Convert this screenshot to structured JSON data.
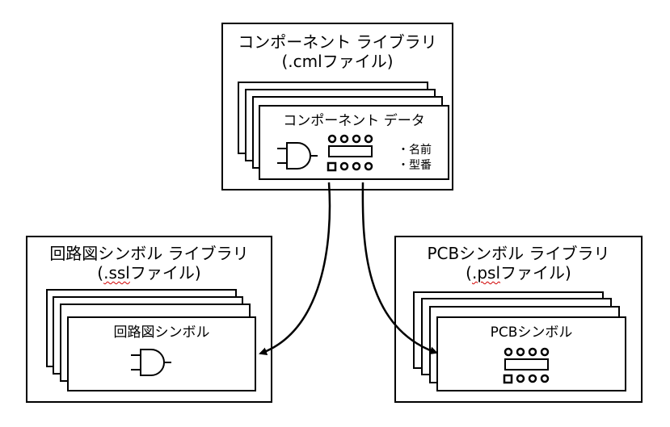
{
  "component_library": {
    "title_line1": "コンポーネント ライブラリ",
    "title_line2_pre": "(",
    "title_line2_ext": ".cml",
    "title_line2_post": "ファイル)",
    "card_title": "コンポーネント データ",
    "bullet_name": "・名前",
    "bullet_model": "・型番"
  },
  "schematic_library": {
    "title_line1": "回路図シンボル ライブラリ",
    "title_line2_pre": "(",
    "title_line2_ext": ".ssl",
    "title_line2_post": "ファイル)",
    "card_title": "回路図シンボル"
  },
  "pcb_library": {
    "title_line1": "PCBシンボル ライブラリ",
    "title_line2_pre": "(",
    "title_line2_ext": ".psl",
    "title_line2_post": "ファイル)",
    "card_title": "PCBシンボル"
  },
  "icons": [
    "and-gate-icon",
    "ic-footprint-icon",
    "arrow-icon"
  ],
  "colors": {
    "stroke": "#000000",
    "spellcheck_underline": "#d00000"
  }
}
